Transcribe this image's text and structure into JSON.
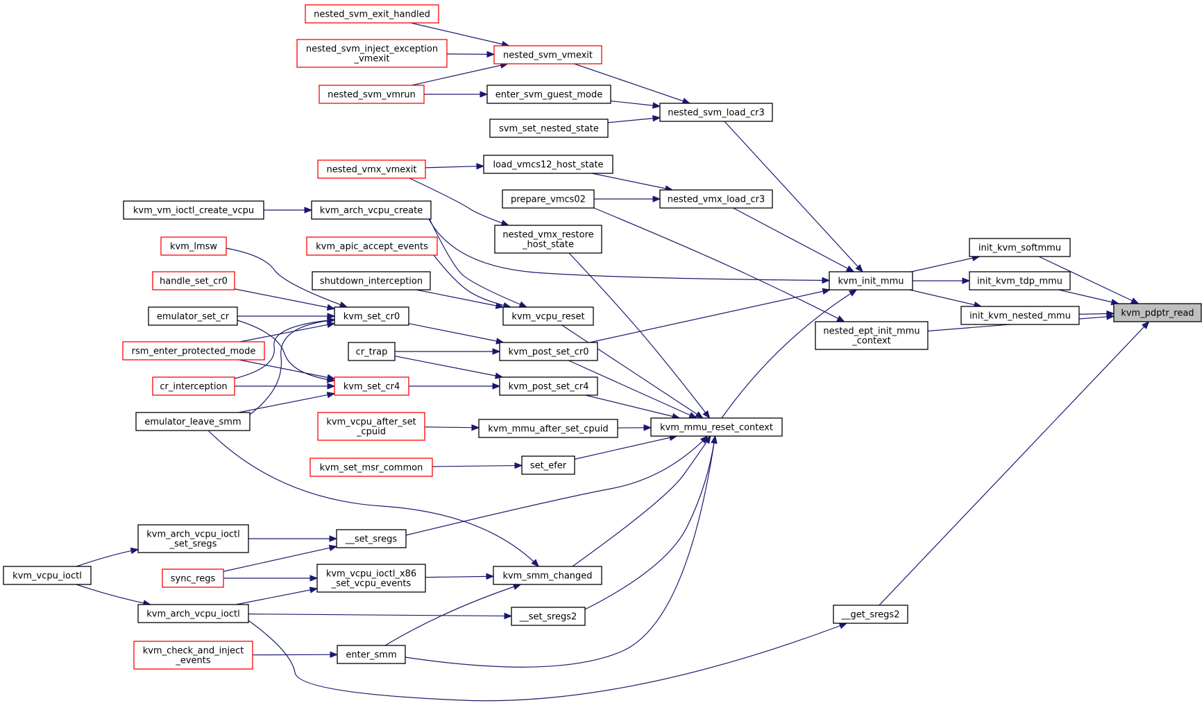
{
  "colors": {
    "edge": "#191970",
    "red_border": "#ff0000",
    "black_border": "#000000",
    "current_fill": "#bfbfbf"
  },
  "nodes": [
    {
      "id": "kvm_pdptr_read",
      "lines": [
        "kvm_pdptr_read"
      ],
      "style": "current"
    },
    {
      "id": "init_kvm_softmmu",
      "lines": [
        "init_kvm_softmmu"
      ],
      "style": "black"
    },
    {
      "id": "init_kvm_tdp_mmu",
      "lines": [
        "init_kvm_tdp_mmu"
      ],
      "style": "black"
    },
    {
      "id": "init_kvm_nested_mmu",
      "lines": [
        "init_kvm_nested_mmu"
      ],
      "style": "black"
    },
    {
      "id": "nested_ept_init_mmu_context",
      "lines": [
        "nested_ept_init_mmu",
        "_context"
      ],
      "style": "black"
    },
    {
      "id": "__get_sregs2",
      "lines": [
        "__get_sregs2"
      ],
      "style": "black"
    },
    {
      "id": "kvm_init_mmu",
      "lines": [
        "kvm_init_mmu"
      ],
      "style": "black"
    },
    {
      "id": "nested_svm_load_cr3",
      "lines": [
        "nested_svm_load_cr3"
      ],
      "style": "black"
    },
    {
      "id": "nested_vmx_load_cr3",
      "lines": [
        "nested_vmx_load_cr3"
      ],
      "style": "black"
    },
    {
      "id": "kvm_mmu_reset_context",
      "lines": [
        "kvm_mmu_reset_context"
      ],
      "style": "black"
    },
    {
      "id": "nested_svm_exit_handled",
      "lines": [
        "nested_svm_exit_handled"
      ],
      "style": "red"
    },
    {
      "id": "nested_svm_inject_exception_vmexit",
      "lines": [
        "nested_svm_inject_exception",
        "_vmexit"
      ],
      "style": "red"
    },
    {
      "id": "nested_svm_vmexit",
      "lines": [
        "nested_svm_vmexit"
      ],
      "style": "red"
    },
    {
      "id": "nested_svm_vmrun",
      "lines": [
        "nested_svm_vmrun"
      ],
      "style": "red"
    },
    {
      "id": "enter_svm_guest_mode",
      "lines": [
        "enter_svm_guest_mode"
      ],
      "style": "black"
    },
    {
      "id": "svm_set_nested_state",
      "lines": [
        "svm_set_nested_state"
      ],
      "style": "black"
    },
    {
      "id": "nested_vmx_vmexit",
      "lines": [
        "nested_vmx_vmexit"
      ],
      "style": "red"
    },
    {
      "id": "load_vmcs12_host_state",
      "lines": [
        "load_vmcs12_host_state"
      ],
      "style": "black"
    },
    {
      "id": "prepare_vmcs02",
      "lines": [
        "prepare_vmcs02"
      ],
      "style": "black"
    },
    {
      "id": "kvm_vm_ioctl_create_vcpu",
      "lines": [
        "kvm_vm_ioctl_create_vcpu"
      ],
      "style": "black"
    },
    {
      "id": "kvm_arch_vcpu_create",
      "lines": [
        "kvm_arch_vcpu_create"
      ],
      "style": "black"
    },
    {
      "id": "nested_vmx_restore_host_state",
      "lines": [
        "nested_vmx_restore",
        "_host_state"
      ],
      "style": "black"
    },
    {
      "id": "kvm_lmsw",
      "lines": [
        "kvm_lmsw"
      ],
      "style": "red"
    },
    {
      "id": "kvm_apic_accept_events",
      "lines": [
        "kvm_apic_accept_events"
      ],
      "style": "red"
    },
    {
      "id": "handle_set_cr0",
      "lines": [
        "handle_set_cr0"
      ],
      "style": "red"
    },
    {
      "id": "shutdown_interception",
      "lines": [
        "shutdown_interception"
      ],
      "style": "black"
    },
    {
      "id": "emulator_set_cr",
      "lines": [
        "emulator_set_cr"
      ],
      "style": "black"
    },
    {
      "id": "kvm_set_cr0",
      "lines": [
        "kvm_set_cr0"
      ],
      "style": "black"
    },
    {
      "id": "kvm_vcpu_reset",
      "lines": [
        "kvm_vcpu_reset"
      ],
      "style": "black"
    },
    {
      "id": "rsm_enter_protected_mode",
      "lines": [
        "rsm_enter_protected_mode"
      ],
      "style": "red"
    },
    {
      "id": "cr_trap",
      "lines": [
        "cr_trap"
      ],
      "style": "black"
    },
    {
      "id": "kvm_post_set_cr0",
      "lines": [
        "kvm_post_set_cr0"
      ],
      "style": "black"
    },
    {
      "id": "cr_interception",
      "lines": [
        "cr_interception"
      ],
      "style": "red"
    },
    {
      "id": "kvm_set_cr4",
      "lines": [
        "kvm_set_cr4"
      ],
      "style": "red"
    },
    {
      "id": "kvm_post_set_cr4",
      "lines": [
        "kvm_post_set_cr4"
      ],
      "style": "black"
    },
    {
      "id": "emulator_leave_smm",
      "lines": [
        "emulator_leave_smm"
      ],
      "style": "black"
    },
    {
      "id": "kvm_vcpu_after_set_cpuid",
      "lines": [
        "kvm_vcpu_after_set",
        "_cpuid"
      ],
      "style": "red"
    },
    {
      "id": "kvm_mmu_after_set_cpuid",
      "lines": [
        "kvm_mmu_after_set_cpuid"
      ],
      "style": "black"
    },
    {
      "id": "kvm_set_msr_common",
      "lines": [
        "kvm_set_msr_common"
      ],
      "style": "red"
    },
    {
      "id": "set_efer",
      "lines": [
        "set_efer"
      ],
      "style": "black"
    },
    {
      "id": "kvm_arch_vcpu_ioctl_set_sregs",
      "lines": [
        "kvm_arch_vcpu_ioctl",
        "_set_sregs"
      ],
      "style": "black"
    },
    {
      "id": "__set_sregs",
      "lines": [
        "__set_sregs"
      ],
      "style": "black"
    },
    {
      "id": "kvm_vcpu_ioctl",
      "lines": [
        "kvm_vcpu_ioctl"
      ],
      "style": "black"
    },
    {
      "id": "sync_regs",
      "lines": [
        "sync_regs"
      ],
      "style": "red"
    },
    {
      "id": "kvm_vcpu_ioctl_x86_set_vcpu_events",
      "lines": [
        "kvm_vcpu_ioctl_x86",
        "_set_vcpu_events"
      ],
      "style": "black"
    },
    {
      "id": "kvm_smm_changed",
      "lines": [
        "kvm_smm_changed"
      ],
      "style": "black"
    },
    {
      "id": "kvm_arch_vcpu_ioctl",
      "lines": [
        "kvm_arch_vcpu_ioctl"
      ],
      "style": "black"
    },
    {
      "id": "__set_sregs2",
      "lines": [
        "__set_sregs2"
      ],
      "style": "black"
    },
    {
      "id": "kvm_check_and_inject_events",
      "lines": [
        "kvm_check_and_inject",
        "_events"
      ],
      "style": "red"
    },
    {
      "id": "enter_smm",
      "lines": [
        "enter_smm"
      ],
      "style": "black"
    }
  ],
  "edges": [
    {
      "from": "init_kvm_softmmu",
      "to": "kvm_pdptr_read"
    },
    {
      "from": "init_kvm_tdp_mmu",
      "to": "kvm_pdptr_read"
    },
    {
      "from": "init_kvm_nested_mmu",
      "to": "kvm_pdptr_read"
    },
    {
      "from": "nested_ept_init_mmu_context",
      "to": "kvm_pdptr_read"
    },
    {
      "from": "__get_sregs2",
      "to": "kvm_pdptr_read"
    },
    {
      "from": "kvm_init_mmu",
      "to": "init_kvm_softmmu"
    },
    {
      "from": "kvm_init_mmu",
      "to": "init_kvm_tdp_mmu"
    },
    {
      "from": "kvm_init_mmu",
      "to": "init_kvm_nested_mmu"
    },
    {
      "from": "nested_svm_load_cr3",
      "to": "kvm_init_mmu"
    },
    {
      "from": "nested_vmx_load_cr3",
      "to": "kvm_init_mmu"
    },
    {
      "from": "kvm_arch_vcpu_create",
      "to": "kvm_init_mmu"
    },
    {
      "from": "kvm_post_set_cr0",
      "to": "kvm_init_mmu"
    },
    {
      "from": "kvm_mmu_reset_context",
      "to": "kvm_init_mmu"
    },
    {
      "from": "prepare_vmcs02",
      "to": "nested_ept_init_mmu_context"
    },
    {
      "from": "kvm_arch_vcpu_ioctl",
      "to": "__get_sregs2"
    },
    {
      "from": "nested_svm_exit_handled",
      "to": "nested_svm_vmexit"
    },
    {
      "from": "nested_svm_inject_exception_vmexit",
      "to": "nested_svm_vmexit"
    },
    {
      "from": "nested_svm_vmrun",
      "to": "nested_svm_vmexit"
    },
    {
      "from": "nested_svm_vmrun",
      "to": "enter_svm_guest_mode"
    },
    {
      "from": "nested_svm_vmexit",
      "to": "nested_svm_load_cr3"
    },
    {
      "from": "enter_svm_guest_mode",
      "to": "nested_svm_load_cr3"
    },
    {
      "from": "svm_set_nested_state",
      "to": "nested_svm_load_cr3"
    },
    {
      "from": "nested_vmx_vmexit",
      "to": "load_vmcs12_host_state"
    },
    {
      "from": "nested_vmx_vmexit",
      "to": "nested_vmx_restore_host_state"
    },
    {
      "from": "load_vmcs12_host_state",
      "to": "nested_vmx_load_cr3"
    },
    {
      "from": "prepare_vmcs02",
      "to": "nested_vmx_load_cr3"
    },
    {
      "from": "kvm_vm_ioctl_create_vcpu",
      "to": "kvm_arch_vcpu_create"
    },
    {
      "from": "kvm_arch_vcpu_create",
      "to": "kvm_vcpu_reset"
    },
    {
      "from": "kvm_apic_accept_events",
      "to": "kvm_vcpu_reset"
    },
    {
      "from": "shutdown_interception",
      "to": "kvm_vcpu_reset"
    },
    {
      "from": "kvm_lmsw",
      "to": "kvm_set_cr0"
    },
    {
      "from": "handle_set_cr0",
      "to": "kvm_set_cr0"
    },
    {
      "from": "emulator_set_cr",
      "to": "kvm_set_cr0"
    },
    {
      "from": "rsm_enter_protected_mode",
      "to": "kvm_set_cr0"
    },
    {
      "from": "cr_interception",
      "to": "kvm_set_cr0"
    },
    {
      "from": "emulator_leave_smm",
      "to": "kvm_set_cr0"
    },
    {
      "from": "emulator_set_cr",
      "to": "kvm_set_cr4"
    },
    {
      "from": "rsm_enter_protected_mode",
      "to": "kvm_set_cr4"
    },
    {
      "from": "cr_interception",
      "to": "kvm_set_cr4"
    },
    {
      "from": "emulator_leave_smm",
      "to": "kvm_set_cr4"
    },
    {
      "from": "kvm_set_cr0",
      "to": "kvm_post_set_cr0"
    },
    {
      "from": "cr_trap",
      "to": "kvm_post_set_cr0"
    },
    {
      "from": "cr_trap",
      "to": "kvm_post_set_cr4"
    },
    {
      "from": "kvm_set_cr4",
      "to": "kvm_post_set_cr4"
    },
    {
      "from": "kvm_vcpu_after_set_cpuid",
      "to": "kvm_mmu_after_set_cpuid"
    },
    {
      "from": "kvm_set_msr_common",
      "to": "set_efer"
    },
    {
      "from": "kvm_arch_vcpu_ioctl_set_sregs",
      "to": "__set_sregs"
    },
    {
      "from": "sync_regs",
      "to": "__set_sregs"
    },
    {
      "from": "kvm_vcpu_ioctl",
      "to": "kvm_arch_vcpu_ioctl_set_sregs"
    },
    {
      "from": "kvm_vcpu_ioctl",
      "to": "kvm_arch_vcpu_ioctl"
    },
    {
      "from": "sync_regs",
      "to": "kvm_vcpu_ioctl_x86_set_vcpu_events"
    },
    {
      "from": "kvm_arch_vcpu_ioctl",
      "to": "kvm_vcpu_ioctl_x86_set_vcpu_events"
    },
    {
      "from": "kvm_arch_vcpu_ioctl",
      "to": "__set_sregs2"
    },
    {
      "from": "kvm_vcpu_ioctl_x86_set_vcpu_events",
      "to": "kvm_smm_changed"
    },
    {
      "from": "emulator_leave_smm",
      "to": "kvm_smm_changed"
    },
    {
      "from": "enter_smm",
      "to": "kvm_smm_changed"
    },
    {
      "from": "kvm_check_and_inject_events",
      "to": "enter_smm"
    },
    {
      "from": "nested_vmx_restore_host_state",
      "to": "kvm_mmu_reset_context"
    },
    {
      "from": "kvm_vcpu_reset",
      "to": "kvm_mmu_reset_context"
    },
    {
      "from": "kvm_post_set_cr0",
      "to": "kvm_mmu_reset_context"
    },
    {
      "from": "kvm_post_set_cr4",
      "to": "kvm_mmu_reset_context"
    },
    {
      "from": "kvm_mmu_after_set_cpuid",
      "to": "kvm_mmu_reset_context"
    },
    {
      "from": "set_efer",
      "to": "kvm_mmu_reset_context"
    },
    {
      "from": "__set_sregs",
      "to": "kvm_mmu_reset_context"
    },
    {
      "from": "kvm_smm_changed",
      "to": "kvm_mmu_reset_context"
    },
    {
      "from": "__set_sregs2",
      "to": "kvm_mmu_reset_context"
    },
    {
      "from": "enter_smm",
      "to": "kvm_mmu_reset_context"
    }
  ]
}
